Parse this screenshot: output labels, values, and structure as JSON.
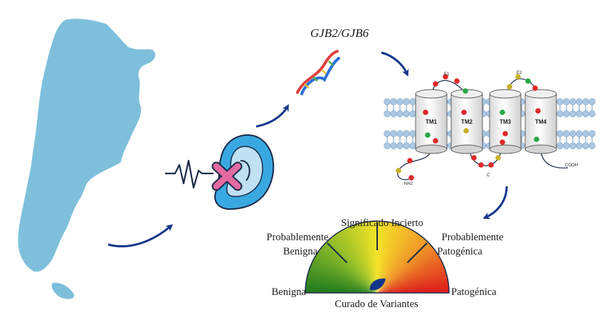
{
  "gene_label": "GJB2/GJB6",
  "protein": {
    "segments": [
      "TM1",
      "TM2",
      "TM3",
      "TM4"
    ],
    "loops": {
      "e1": "E1",
      "e2": "E2",
      "cyto": "C",
      "n_term": "NH2",
      "c_term": "COOH"
    }
  },
  "gauge": {
    "center_label": "Curado de Variantes",
    "categories": [
      {
        "id": "benign",
        "lines": [
          "Benigna"
        ]
      },
      {
        "id": "likely-benign",
        "lines": [
          "Probablemente",
          "Benigna"
        ]
      },
      {
        "id": "uncertain",
        "lines": [
          "Significado Incierto"
        ]
      },
      {
        "id": "likely-pathogenic",
        "lines": [
          "Probablemente",
          "Patogénica"
        ]
      },
      {
        "id": "pathogenic",
        "lines": [
          "Patogénica"
        ]
      }
    ]
  },
  "colors": {
    "map": "#7ec0dc",
    "arrow": "#14368a",
    "ear_outer": "#3aa8e0",
    "ear_inner": "#bfe1f3",
    "cross": "#e46aa2",
    "membrane": "#a9c9e4",
    "variant_red": "#e0282a",
    "variant_green": "#27a844",
    "variant_yellow": "#c7b12a"
  },
  "icons": [
    "argentina-map-icon",
    "sound-wave-icon",
    "ear-icon",
    "cross-icon",
    "dna-icon",
    "connexin-protein-icon",
    "variant-gauge-icon"
  ]
}
